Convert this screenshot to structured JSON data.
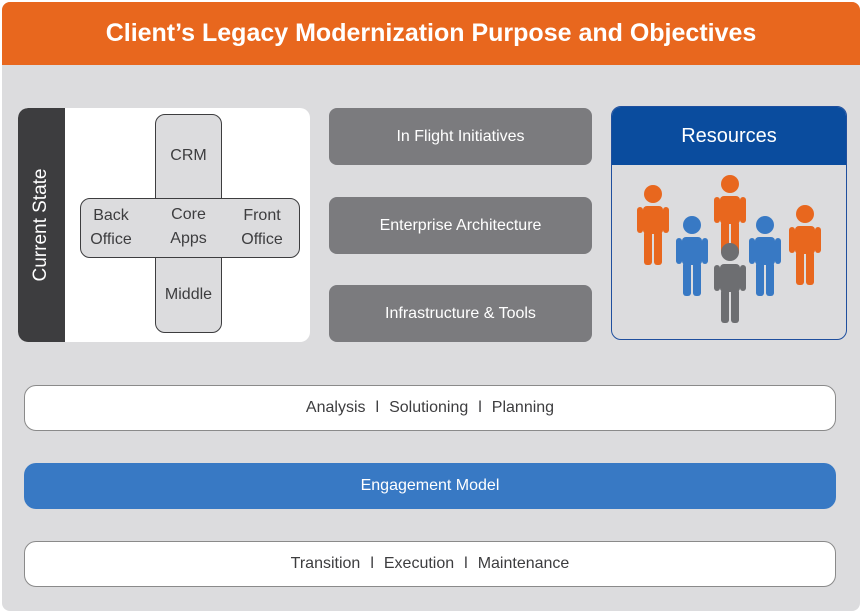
{
  "header": {
    "title": "Client’s Legacy Modernization Purpose and Objectives"
  },
  "current_state": {
    "label": "Current State",
    "crm": "CRM",
    "back_office": "Back\nOffice",
    "core_apps": "Core\nApps",
    "front_office": "Front\nOffice",
    "middle": "Middle"
  },
  "middle_boxes": {
    "in_flight": "In Flight Initiatives",
    "enterprise_architecture": "Enterprise Architecture",
    "infrastructure_tools": "Infrastructure & Tools"
  },
  "resources": {
    "title": "Resources",
    "people_icon": "person-icon",
    "people": [
      {
        "color": "#e8671e"
      },
      {
        "color": "#3879c4"
      },
      {
        "color": "#e8671e"
      },
      {
        "color": "#6d6e71"
      },
      {
        "color": "#3879c4"
      },
      {
        "color": "#e8671e"
      }
    ]
  },
  "bars": {
    "analysis_row": {
      "item1": "Analysis",
      "sep": "l",
      "item2": "Solutioning",
      "item3": "Planning"
    },
    "engagement": "Engagement Model",
    "transition_row": {
      "item1": "Transition",
      "sep": "l",
      "item2": "Execution",
      "item3": "Maintenance"
    }
  },
  "colors": {
    "orange": "#e8671e",
    "blue": "#3879c4",
    "dark_blue": "#0a4c9e",
    "gray": "#7b7b7e",
    "dark": "#3d3d3f"
  }
}
